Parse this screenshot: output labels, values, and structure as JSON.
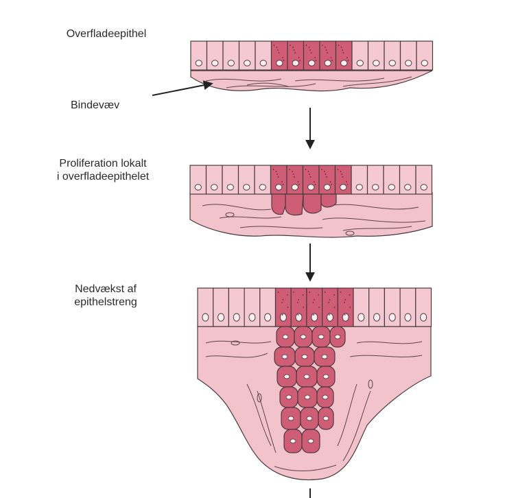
{
  "labels": {
    "surface_epithelium": "Overfladeepithel",
    "connective_tissue": "Bindevæv",
    "proliferation_line1": "Proliferation lokalt",
    "proliferation_line2": "i overfladeepithelet",
    "ingrowth_line1": "Nedvækst af",
    "ingrowth_line2": "epithelstreng"
  },
  "colors": {
    "epithelium": "#f5c9d2",
    "connective": "#f3c3cc",
    "proliferating": "#cf5d75",
    "outline": "#4a3a3e",
    "nucleus": "#fbeef1"
  }
}
